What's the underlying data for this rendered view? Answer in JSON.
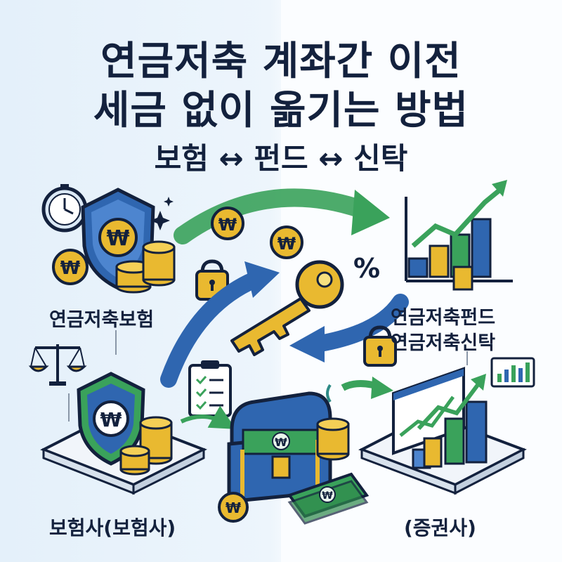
{
  "title": {
    "line1": "연금저축 계좌간 이전",
    "line2": "세금 없이 옮기는 방법",
    "line3": "보험 ↔ 펀드 ↔ 신탁"
  },
  "labels": {
    "insurance": "연금저축보험",
    "fund": "연금저축펀드",
    "trust": "연금저축신탁",
    "insurer": "보험사(보험사)",
    "securities": "(증권사)"
  },
  "glyphs": {
    "won": "₩",
    "percent": "%"
  },
  "colors": {
    "navy": "#13213d",
    "blue": "#2f66b0",
    "green": "#3aa25b",
    "gold": "#e9b930",
    "teal": "#2e8a86"
  }
}
